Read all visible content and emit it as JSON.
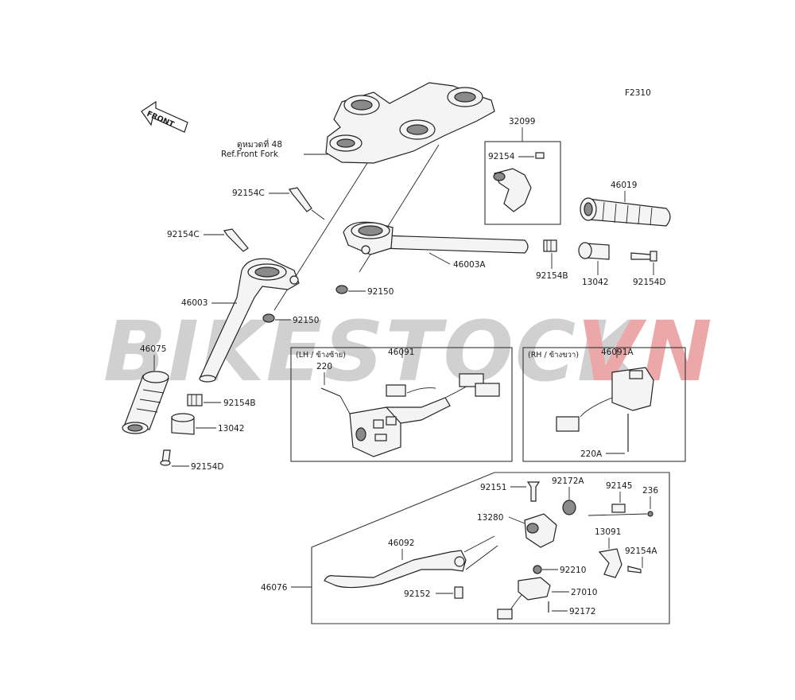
{
  "diagram_code": "F2310",
  "front_arrow_text": "FRONT",
  "ref_note_line1": "ดูหมวดที่ 48",
  "ref_note_line2": "Ref.Front Fork",
  "lh_box_title": "(LH / ข้างซ้าย)",
  "rh_box_title": "(RH / ข้างขวา)",
  "watermark": {
    "part1": "BIKESTOCK",
    "part2": "VN",
    "color1": "#c8c8c8",
    "color2": "#e99a9a"
  },
  "part_labels": {
    "p32099": "32099",
    "p92154_top": "92154",
    "p46019": "46019",
    "p92154C_upper": "92154C",
    "p92154C_lower": "92154C",
    "p46003A": "46003A",
    "p92154B_right": "92154B",
    "p13042_right": "13042",
    "p92154D_right": "92154D",
    "p92150_upper": "92150",
    "p46003": "46003",
    "p92150_lower": "92150",
    "p46075": "46075",
    "p92154B_left": "92154B",
    "p13042_left": "13042",
    "p92154D_left": "92154D",
    "p46091": "46091",
    "p220": "220",
    "p46091A": "46091A",
    "p220A": "220A",
    "p92151": "92151",
    "p92172A": "92172A",
    "p92145": "92145",
    "p236": "236",
    "p13280": "13280",
    "p13091": "13091",
    "p46092": "46092",
    "p92154A": "92154A",
    "p92210": "92210",
    "p46076": "46076",
    "p27010": "27010",
    "p92152": "92152",
    "p92172": "92172"
  }
}
